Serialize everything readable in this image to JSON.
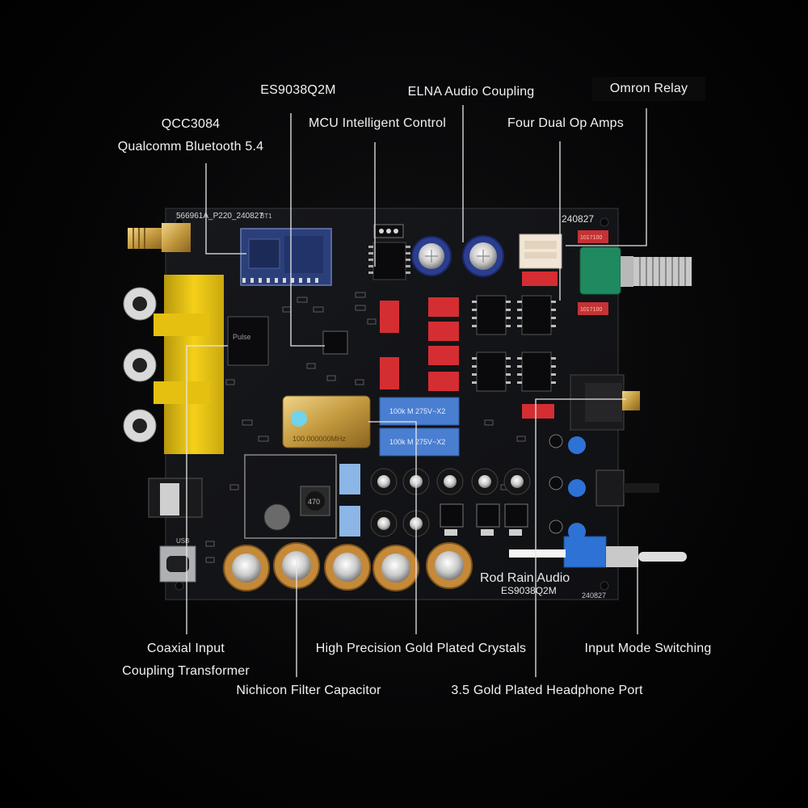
{
  "labels": {
    "es9038": "ES9038Q2M",
    "elna": "ELNA Audio Coupling",
    "omron": "Omron Relay",
    "qcc_model": "QCC3084",
    "qcc_desc": "Qualcomm Bluetooth 5.4",
    "mcu": "MCU Intelligent Control",
    "opamps": "Four Dual Op Amps",
    "coaxial_1": "Coaxial Input",
    "coaxial_2": "Coupling Transformer",
    "crystals": "High Precision Gold Plated Crystals",
    "input_mode": "Input Mode Switching",
    "nichicon": "Nichicon Filter Capacitor",
    "headphone": "3.5 Gold Plated Headphone Port"
  },
  "board": {
    "silk_top_left": "566961A_P220_240827",
    "silk_top_right": "240827",
    "brand": "Rod Rain Audio",
    "model": "ES9038Q2M",
    "date": "240827",
    "bt_label": "BT1",
    "usb_label": "USB",
    "crystal_text": "100.000000MHz",
    "inductor_text": "470",
    "film_cap_text": "100k M 275V~X2",
    "relay_text": "1017100"
  },
  "colors": {
    "board": "#121316",
    "accent_red": "#d42e33",
    "rca_yellow": "#f2cc10",
    "cap_gold": "#c5893a",
    "cap_blue": "#2a3d8f",
    "film_blue": "#4a7ed0",
    "pot_green": "#1f8a5f",
    "led_blue": "#2f72d6",
    "gold": "#d9b25b",
    "label": "#f2f2f2"
  }
}
